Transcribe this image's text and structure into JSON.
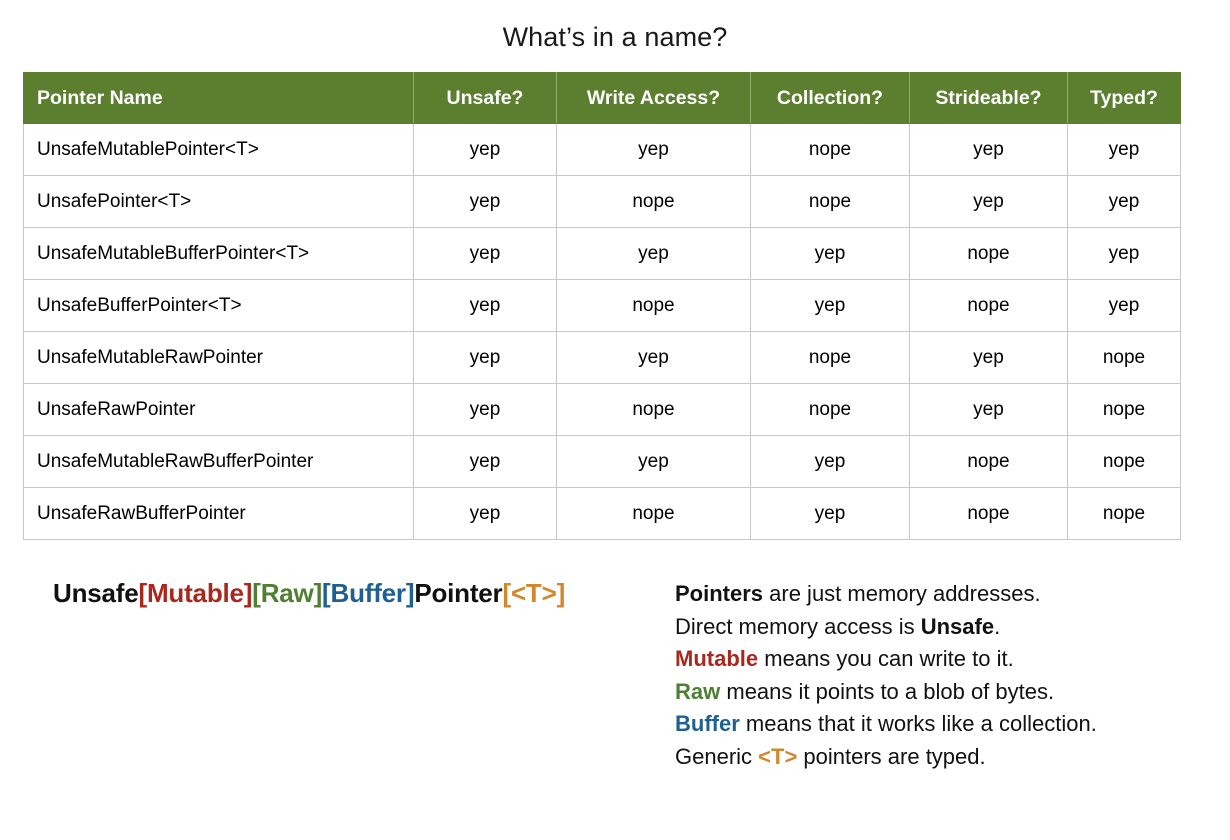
{
  "title": "What’s in a name?",
  "colors": {
    "header_green": "#5b7f2f",
    "mutable_red": "#a8281e",
    "raw_green": "#4e7f32",
    "buffer_blue": "#1e6091",
    "generic_orange": "#d4872a",
    "text": "#111111",
    "grid_line": "#c8c8c8",
    "background": "#ffffff"
  },
  "table": {
    "columns": [
      "Pointer Name",
      "Unsafe?",
      "Write Access?",
      "Collection?",
      "Strideable?",
      "Typed?"
    ],
    "rows": [
      {
        "name": "UnsafeMutablePointer<T>",
        "unsafe": "yep",
        "write": "yep",
        "collection": "nope",
        "strideable": "yep",
        "typed": "yep"
      },
      {
        "name": "UnsafePointer<T>",
        "unsafe": "yep",
        "write": "nope",
        "collection": "nope",
        "strideable": "yep",
        "typed": "yep"
      },
      {
        "name": "UnsafeMutableBufferPointer<T>",
        "unsafe": "yep",
        "write": "yep",
        "collection": "yep",
        "strideable": "nope",
        "typed": "yep"
      },
      {
        "name": "UnsafeBufferPointer<T>",
        "unsafe": "yep",
        "write": "nope",
        "collection": "yep",
        "strideable": "nope",
        "typed": "yep"
      },
      {
        "name": "UnsafeMutableRawPointer",
        "unsafe": "yep",
        "write": "yep",
        "collection": "nope",
        "strideable": "yep",
        "typed": "nope"
      },
      {
        "name": "UnsafeRawPointer",
        "unsafe": "yep",
        "write": "nope",
        "collection": "nope",
        "strideable": "yep",
        "typed": "nope"
      },
      {
        "name": "UnsafeMutableRawBufferPointer",
        "unsafe": "yep",
        "write": "yep",
        "collection": "yep",
        "strideable": "nope",
        "typed": "nope"
      },
      {
        "name": "UnsafeRawBufferPointer",
        "unsafe": "yep",
        "write": "nope",
        "collection": "yep",
        "strideable": "nope",
        "typed": "nope"
      }
    ]
  },
  "formula": {
    "unsafe": "Unsafe",
    "mutable": "[Mutable]",
    "raw": "[Raw]",
    "buffer": "[Buffer]",
    "pointer": "Pointer",
    "generic": "[<T>]"
  },
  "legend": {
    "line1_bold": "Pointers",
    "line1_rest": " are just memory addresses.",
    "line2_start": "Direct memory access is ",
    "line2_bold": "Unsafe",
    "line2_end": ".",
    "line3_word": "Mutable",
    "line3_rest": " means you can write to it.",
    "line4_word": "Raw",
    "line4_rest": " means it points to a blob of bytes.",
    "line5_word": "Buffer",
    "line5_rest": " means that it works like a collection.",
    "line6_start": "Generic ",
    "line6_word": "<T>",
    "line6_rest": " pointers are typed."
  }
}
